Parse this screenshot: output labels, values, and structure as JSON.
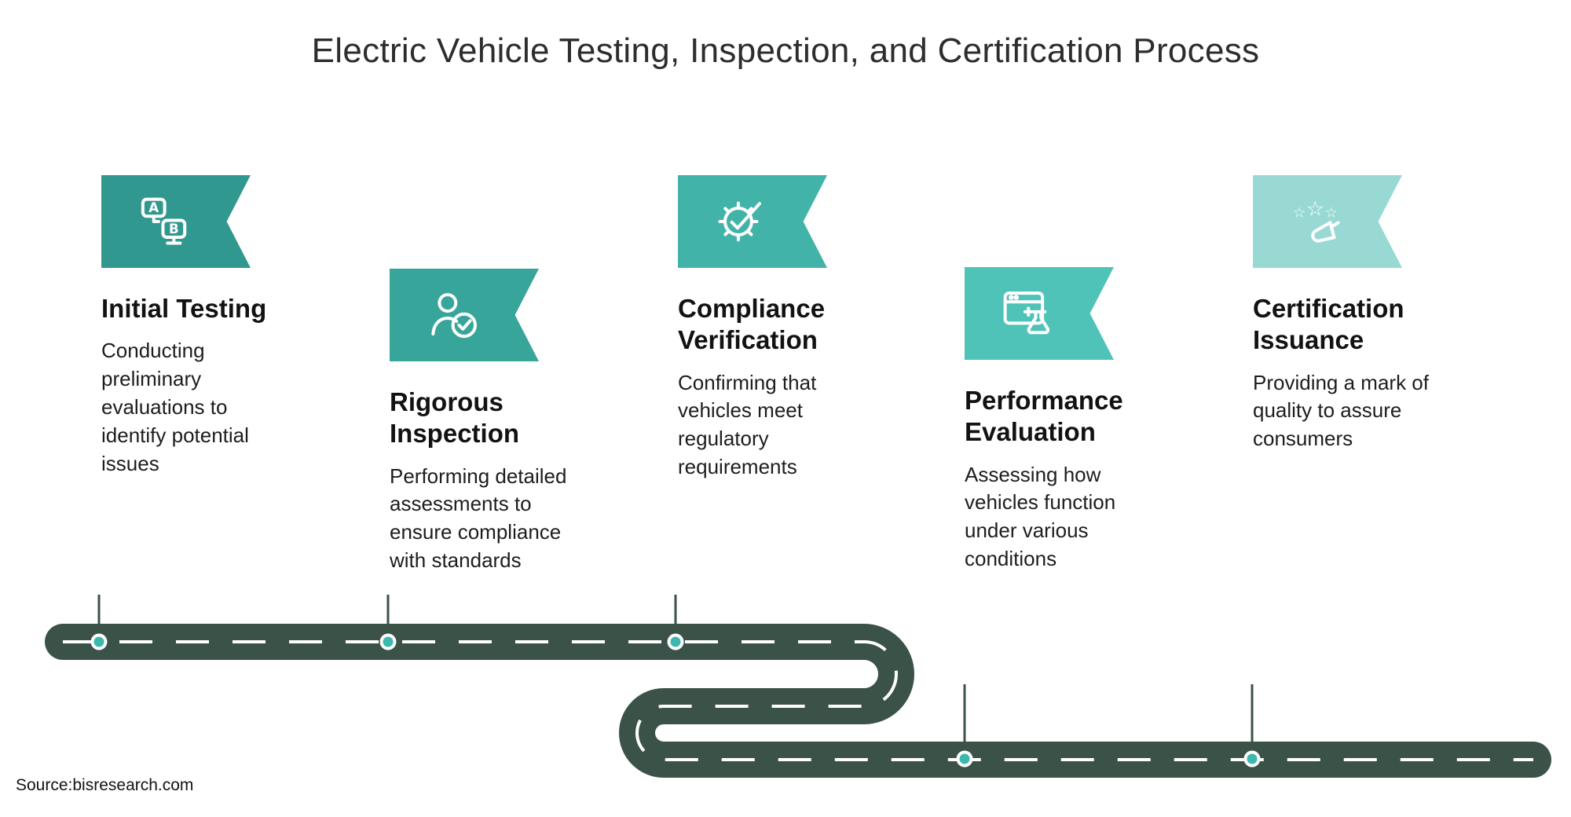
{
  "title": "Electric Vehicle Testing, Inspection, and Certification Process",
  "source": "Source:bisresearch.com",
  "steps": [
    {
      "heading": "Initial Testing",
      "description": "Conducting preliminary evaluations to identify potential issues",
      "icon": "ab-test-monitors-icon",
      "color": "#31988f"
    },
    {
      "heading": "Rigorous Inspection",
      "description": "Performing detailed assessments to ensure compliance with standards",
      "icon": "person-check-icon",
      "color": "#38a59b"
    },
    {
      "heading": "Compliance Verification",
      "description": "Confirming that vehicles meet regulatory requirements",
      "icon": "gear-check-icon",
      "color": "#42b3a9"
    },
    {
      "heading": "Performance Evaluation",
      "description": "Assessing how vehicles function under various conditions",
      "icon": "browser-flask-icon",
      "color": "#4fc3b8"
    },
    {
      "heading": "Certification Issuance",
      "description": "Providing a mark of quality to assure consumers",
      "icon": "stars-approval-icon",
      "color": "#98dad3"
    }
  ],
  "road": {
    "color": "#3b5249",
    "lane_line_color": "#ffffff",
    "marker_color": "#3cb8ae",
    "marker_count": 5
  }
}
